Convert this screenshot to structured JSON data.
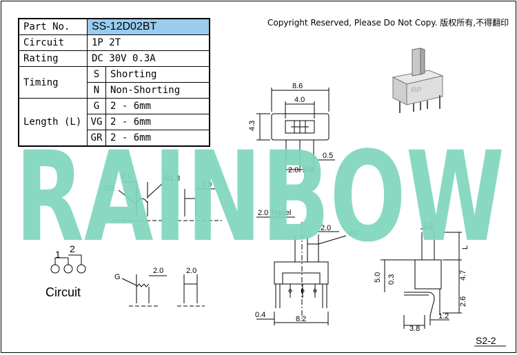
{
  "copyright": "Copyright Reserved, Please Do Not Copy. 版权所有,不得翻印",
  "spec": {
    "part_no_label": "Part No.",
    "part_no_value": "SS-12D02BT",
    "circuit_label": "Circuit",
    "circuit_value": "1P 2T",
    "rating_label": "Rating",
    "rating_value": "DC 30V 0.3A",
    "timing_label": "Timing",
    "timing_s_code": "S",
    "timing_s_value": "Shorting",
    "timing_n_code": "N",
    "timing_n_value": "Non-Shorting",
    "length_label": "Length (L)",
    "length_g_code": "G",
    "length_g_value": "2 - 6mm",
    "length_vg_code": "VG",
    "length_vg_value": "2 - 6mm",
    "length_gr_code": "GR",
    "length_gr_value": "2 - 6mm"
  },
  "watermark": "RAINBOW",
  "watermark_color": "#7fd6bd",
  "product_logo": "RP",
  "dims": {
    "top_w86": "8.6",
    "top_w40": "4.0",
    "top_h43": "4.3",
    "top_05": "0.5",
    "top_pitch_a": "2.0",
    "top_pitch_b": "2.0",
    "gr_label": "GR",
    "gr_w": "2.0",
    "gr_r": "R1.8",
    "flat_w": "2.0",
    "travel": "2.0 Travel",
    "vg_w": "2.0",
    "vg_label": "VG",
    "front_04": "0.4",
    "front_82": "8.2",
    "g_label": "G",
    "g_w": "2.0",
    "g2_w": "2.0",
    "side_top_w": "2.0",
    "side_L": "L",
    "side_50": "5.0",
    "side_03": "0.3",
    "side_47": "4.7",
    "side_26": "2.6",
    "side_12": "1.2",
    "side_38": "3.8"
  },
  "circuit_diagram": {
    "pin1": "1",
    "pin2": "2",
    "caption": "Circuit"
  },
  "drawing_no": "S2-2"
}
